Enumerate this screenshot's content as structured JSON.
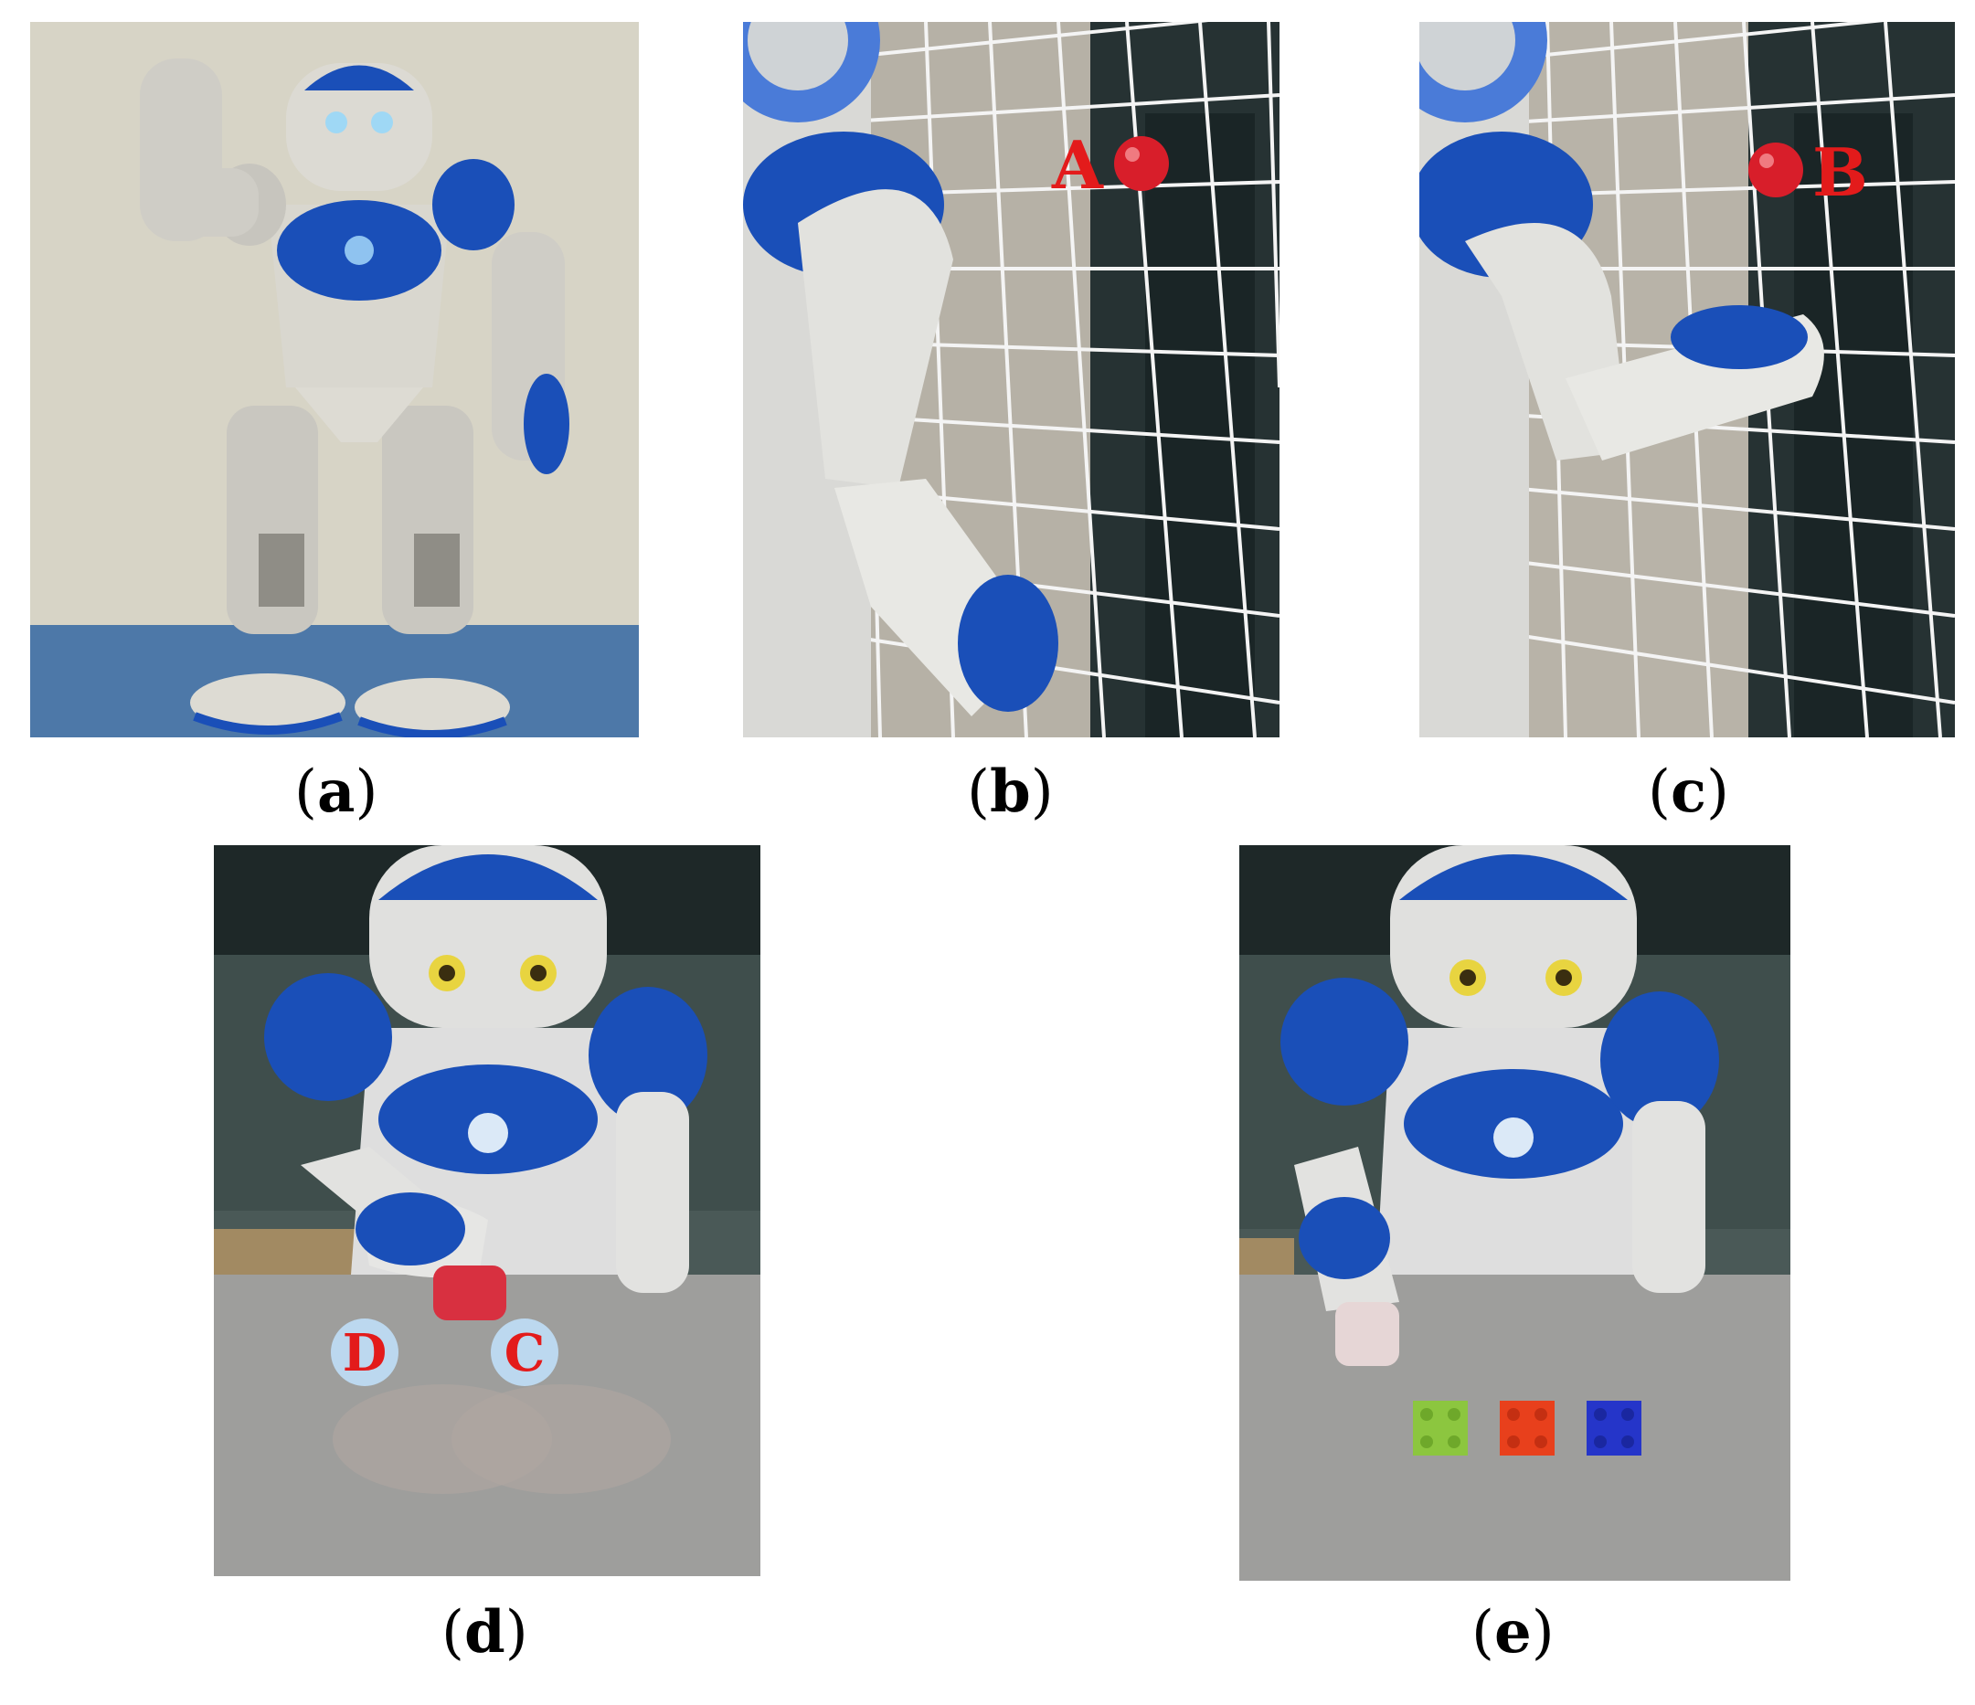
{
  "panels": [
    {
      "id": "a",
      "caption_open": "(",
      "caption_letter": "a",
      "caption_close": ")"
    },
    {
      "id": "b",
      "caption_open": "(",
      "caption_letter": "b",
      "caption_close": ")",
      "marker": "A"
    },
    {
      "id": "c",
      "caption_open": "(",
      "caption_letter": "c",
      "caption_close": ")",
      "marker": "B"
    },
    {
      "id": "d",
      "caption_open": "(",
      "caption_letter": "d",
      "caption_close": ")",
      "markers": [
        "D",
        "C"
      ]
    },
    {
      "id": "e",
      "caption_open": "(",
      "caption_letter": "e",
      "caption_close": ")"
    }
  ],
  "colors": {
    "robot_blue": "#1a4fb8",
    "robot_white": "#e8e8e4",
    "marker_red": "#e31b1b",
    "ball_red": "#d81e2a",
    "marker_disc": "#bcd8ef",
    "block_green": "#8cc63f",
    "block_red": "#e8401c",
    "block_blue": "#2535c9"
  }
}
